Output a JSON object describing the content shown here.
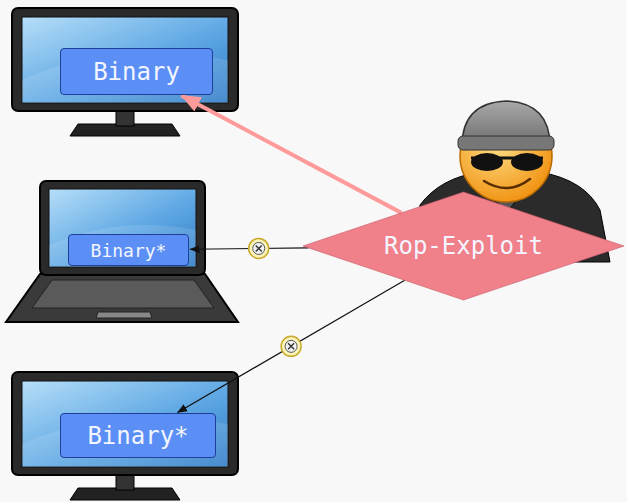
{
  "diagram": {
    "nodes": [
      {
        "text": [
          "Binary"
        ]
      },
      {
        "text": [
          "Binary*"
        ]
      },
      {
        "text": [
          "Rop-Exploit"
        ]
      },
      {
        "text": [
          "Binary*"
        ]
      }
    ],
    "edges": [
      {
        "from": 2,
        "to": 0,
        "arrow": "to"
      },
      {
        "from": 2,
        "to": 1,
        "arrow": "to"
      },
      {
        "from": 2,
        "to": 3,
        "arrow": "to"
      }
    ]
  }
}
